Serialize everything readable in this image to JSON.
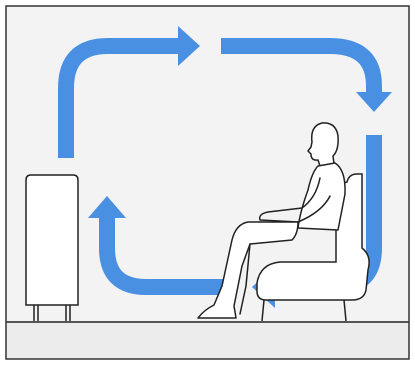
{
  "scene": {
    "type": "air-circulation-illustration",
    "objects": [
      "air-purifier",
      "circulation-arrows",
      "person-seated",
      "armchair"
    ],
    "arrow_count": 4,
    "arrow_direction": "clockwise",
    "icons": [
      "air-purifier-icon",
      "person-icon",
      "armchair-icon",
      "arrow-icon"
    ]
  },
  "colors": {
    "background": "#f3f3f3",
    "frame": "#333333",
    "floor": "#ececec",
    "arrow": "#4a90e2",
    "line": "#222222",
    "device": "#ffffff"
  }
}
